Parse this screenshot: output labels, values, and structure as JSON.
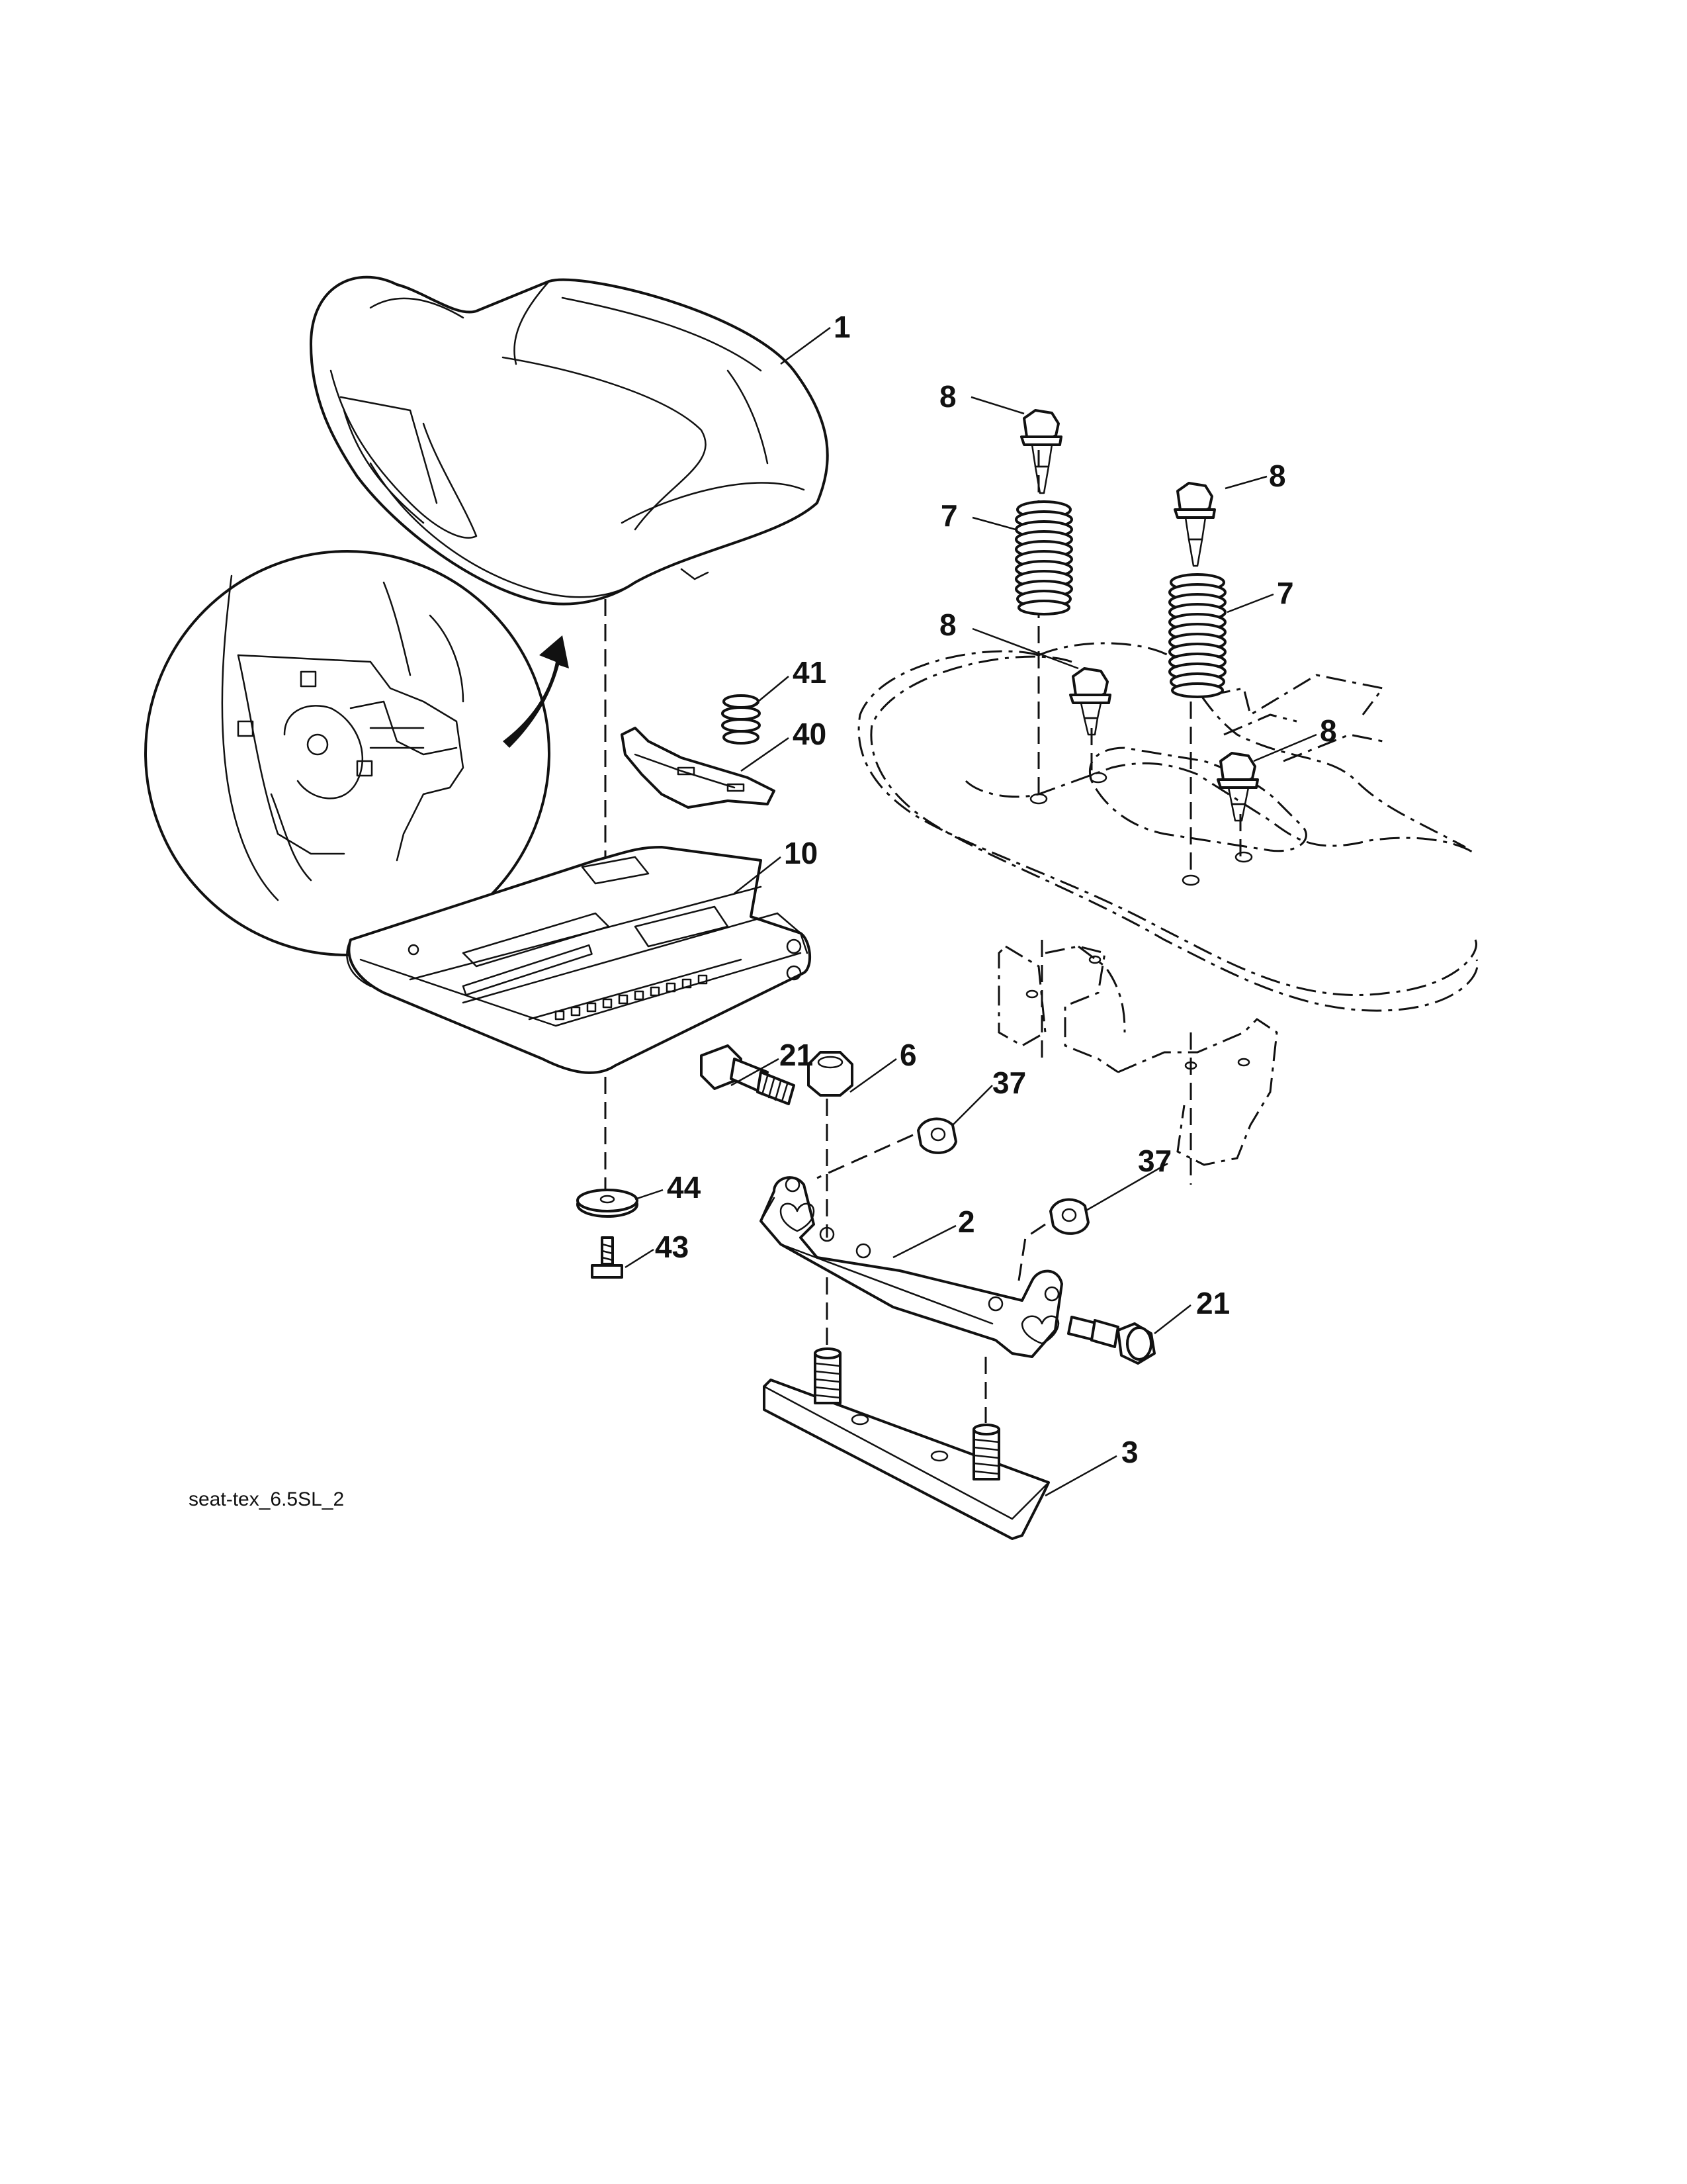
{
  "diagram": {
    "caption": "seat-tex_6.5SL_2",
    "callouts": [
      {
        "id": "c1",
        "label": "1"
      },
      {
        "id": "c8a",
        "label": "8"
      },
      {
        "id": "c8b",
        "label": "8"
      },
      {
        "id": "c8c",
        "label": "8"
      },
      {
        "id": "c8d",
        "label": "8"
      },
      {
        "id": "c7a",
        "label": "7"
      },
      {
        "id": "c7b",
        "label": "7"
      },
      {
        "id": "c41",
        "label": "41"
      },
      {
        "id": "c40",
        "label": "40"
      },
      {
        "id": "c10",
        "label": "10"
      },
      {
        "id": "c21a",
        "label": "21"
      },
      {
        "id": "c6",
        "label": "6"
      },
      {
        "id": "c37a",
        "label": "37"
      },
      {
        "id": "c37b",
        "label": "37"
      },
      {
        "id": "c44",
        "label": "44"
      },
      {
        "id": "c2",
        "label": "2"
      },
      {
        "id": "c43",
        "label": "43"
      },
      {
        "id": "c21b",
        "label": "21"
      },
      {
        "id": "c3",
        "label": "3"
      }
    ]
  }
}
